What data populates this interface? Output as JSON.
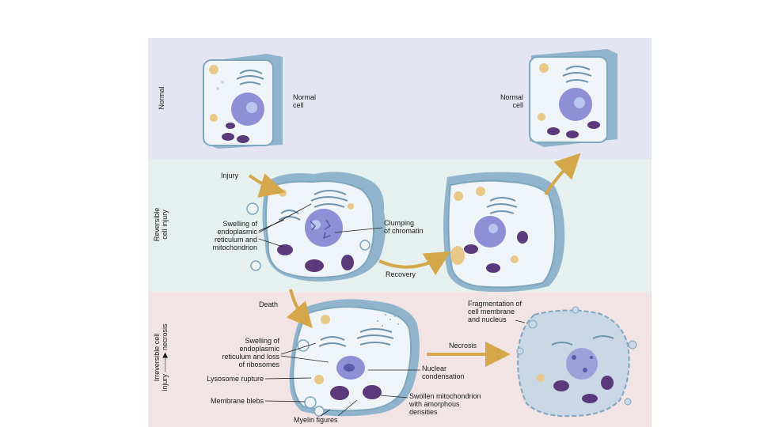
{
  "rows": {
    "normal": "Normal",
    "reversible_line1": "Reversible",
    "reversible_line2": "cell injury",
    "irreversible_line1": "Irreversible cell",
    "irreversible_line2": "injury ——▶ necrosis"
  },
  "labels": {
    "normal_cell_left_1": "Normal",
    "normal_cell_left_2": "cell",
    "normal_cell_right_1": "Normal",
    "normal_cell_right_2": "cell",
    "injury": "Injury",
    "swelling_er_1": "Swelling of",
    "swelling_er_2": "endoplasmic",
    "swelling_er_3": "reticulum and",
    "swelling_er_4": "mitochondrion",
    "clumping_1": "Clumping",
    "clumping_2": "of chromatin",
    "recovery": "Recovery",
    "death": "Death",
    "swelling_ribo_1": "Swelling of",
    "swelling_ribo_2": "endoplasmic",
    "swelling_ribo_3": "reticulum and loss",
    "swelling_ribo_4": "of ribosomes",
    "lysosome_rupture": "Lysosome rupture",
    "membrane_blebs": "Membrane blebs",
    "myelin_figures": "Myelin figures",
    "nuclear_1": "Nuclear",
    "nuclear_2": "condensation",
    "swollen_mito_1": "Swollen mitochondrion",
    "swollen_mito_2": "with amorphous",
    "swollen_mito_3": "densities",
    "necrosis": "Necrosis",
    "fragmentation_1": "Fragmentation of",
    "fragmentation_2": "cell membrane",
    "fragmentation_3": "and nucleus"
  },
  "colors": {
    "band_normal": "#e3e5f3",
    "band_reversible": "#e5f0ef",
    "band_irreversible": "#f2e3e5",
    "cell_shell": "#8fb4cc",
    "cytoplasm": "#eef4f7",
    "nucleus": "#8f8fd6",
    "mitochondrion": "#5a3a7a",
    "vesicle": "#e8c98a",
    "arrow": "#d4a74a"
  }
}
